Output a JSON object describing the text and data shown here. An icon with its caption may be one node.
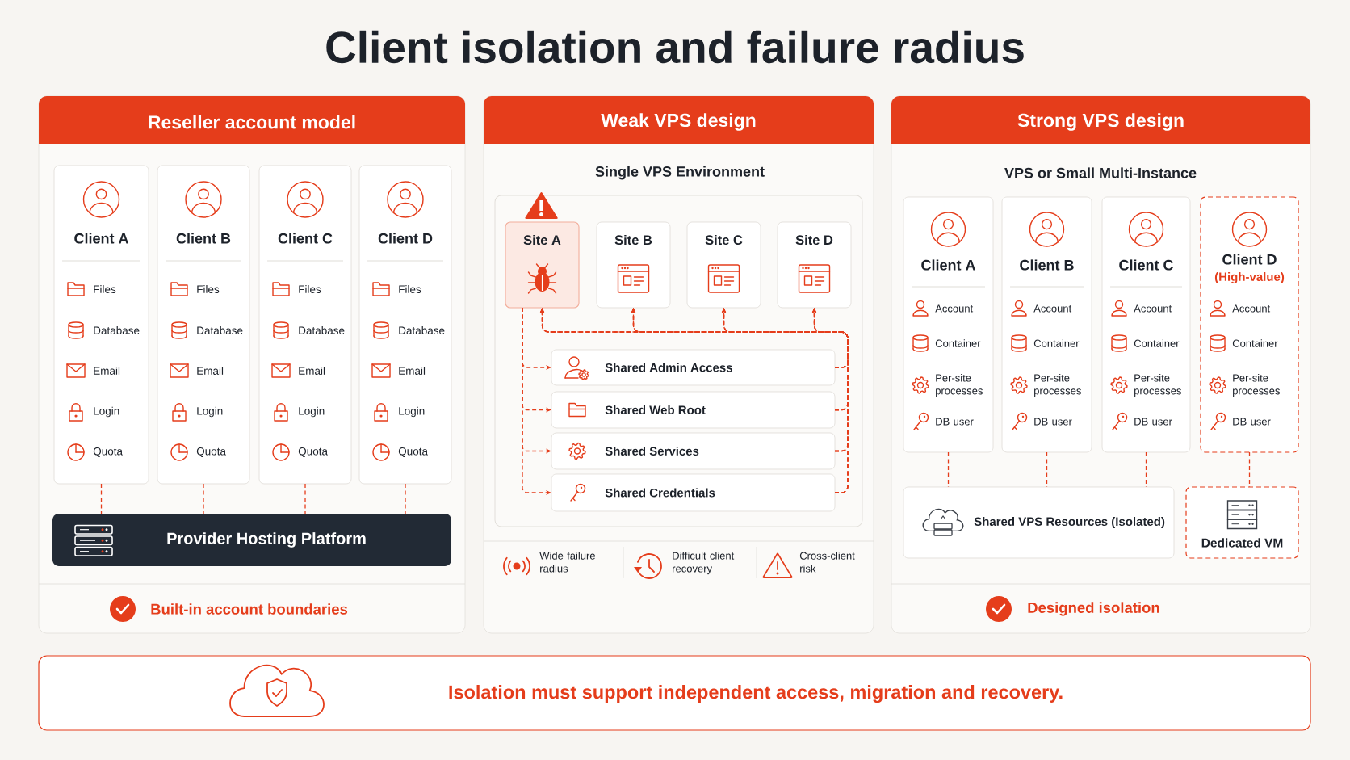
{
  "diagram": {
    "title": "Client isolation and failure radius",
    "nodes": [
      {
        "text": [
          "Reseller account model",
          "Built-in account boundaries"
        ]
      },
      {
        "text": [
          "Client A",
          "Files",
          "Database",
          "Email",
          "Login",
          "Quota"
        ],
        "in": 0
      },
      {
        "text": [
          "Client B",
          "Files",
          "Database",
          "Email",
          "Login",
          "Quota"
        ],
        "in": 0
      },
      {
        "text": [
          "Client C",
          "Files",
          "Database",
          "Email",
          "Login",
          "Quota"
        ],
        "in": 0
      },
      {
        "text": [
          "Client D",
          "Files",
          "Database",
          "Email",
          "Login",
          "Quota"
        ],
        "in": 0
      },
      {
        "text": [
          "Provider Hosting Platform"
        ],
        "in": 0
      },
      {
        "text": [
          "Weak VPS design",
          "Wide failure radius",
          "Difficult client recovery",
          "Cross-client risk"
        ]
      },
      {
        "text": [
          "Single VPS Environment"
        ],
        "in": 6
      },
      {
        "text": [
          "Site A"
        ],
        "in": 7
      },
      {
        "text": [
          "Site B"
        ],
        "in": 7
      },
      {
        "text": [
          "Site C"
        ],
        "in": 7
      },
      {
        "text": [
          "Site D"
        ],
        "in": 7
      },
      {
        "text": [
          "Shared Admin Access"
        ],
        "in": 7
      },
      {
        "text": [
          "Shared Web Root"
        ],
        "in": 7
      },
      {
        "text": [
          "Shared Services"
        ],
        "in": 7
      },
      {
        "text": [
          "Shared Credentials"
        ],
        "in": 7
      },
      {
        "text": [
          "Strong VPS design",
          "VPS or Small Multi-Instance",
          "Designed isolation"
        ]
      },
      {
        "text": [
          "Client A",
          "Account",
          "Container",
          "Per-site processes",
          "DB user"
        ],
        "in": 16
      },
      {
        "text": [
          "Client B",
          "Account",
          "Container",
          "Per-site processes",
          "DB user"
        ],
        "in": 16
      },
      {
        "text": [
          "Client C",
          "Account",
          "Container",
          "Per-site processes",
          "DB user"
        ],
        "in": 16
      },
      {
        "text": [
          "Client D",
          "(High-value)",
          "Account",
          "Container",
          "Per-site processes",
          "DB user"
        ],
        "in": 16
      },
      {
        "text": [
          "Shared VPS Resources (Isolated)"
        ],
        "in": 16
      },
      {
        "text": [
          "Dedicated VM"
        ],
        "in": 16
      },
      {
        "text": [
          "Isolation must support independent access, migration and recovery."
        ]
      }
    ],
    "edges": [
      {
        "from": 1,
        "to": 5,
        "arrow": "none",
        "style": "dashed"
      },
      {
        "from": 2,
        "to": 5,
        "arrow": "none",
        "style": "dashed"
      },
      {
        "from": 3,
        "to": 5,
        "arrow": "none",
        "style": "dashed"
      },
      {
        "from": 4,
        "to": 5,
        "arrow": "none",
        "style": "dashed"
      },
      {
        "from": 8,
        "to": 12,
        "arrow": "to",
        "style": "dashed"
      },
      {
        "from": 8,
        "to": 13,
        "arrow": "to",
        "style": "dashed"
      },
      {
        "from": 8,
        "to": 14,
        "arrow": "to",
        "style": "dashed"
      },
      {
        "from": 8,
        "to": 15,
        "arrow": "to",
        "style": "dashed"
      },
      {
        "from": 12,
        "to": 8,
        "arrow": "to",
        "style": "dashed"
      },
      {
        "from": 12,
        "to": 9,
        "arrow": "to",
        "style": "dashed"
      },
      {
        "from": 12,
        "to": 10,
        "arrow": "to",
        "style": "dashed"
      },
      {
        "from": 12,
        "to": 11,
        "arrow": "to",
        "style": "dashed"
      },
      {
        "from": 13,
        "to": 8,
        "arrow": "to",
        "style": "dashed"
      },
      {
        "from": 13,
        "to": 9,
        "arrow": "to",
        "style": "dashed"
      },
      {
        "from": 13,
        "to": 10,
        "arrow": "to",
        "style": "dashed"
      },
      {
        "from": 13,
        "to": 11,
        "arrow": "to",
        "style": "dashed"
      },
      {
        "from": 14,
        "to": 8,
        "arrow": "to",
        "style": "dashed"
      },
      {
        "from": 14,
        "to": 9,
        "arrow": "to",
        "style": "dashed"
      },
      {
        "from": 14,
        "to": 10,
        "arrow": "to",
        "style": "dashed"
      },
      {
        "from": 14,
        "to": 11,
        "arrow": "to",
        "style": "dashed"
      },
      {
        "from": 15,
        "to": 8,
        "arrow": "to",
        "style": "dashed"
      },
      {
        "from": 15,
        "to": 9,
        "arrow": "to",
        "style": "dashed"
      },
      {
        "from": 15,
        "to": 10,
        "arrow": "to",
        "style": "dashed"
      },
      {
        "from": 15,
        "to": 11,
        "arrow": "to",
        "style": "dashed"
      },
      {
        "from": 17,
        "to": 21,
        "arrow": "none",
        "style": "dashed"
      },
      {
        "from": 18,
        "to": 21,
        "arrow": "none",
        "style": "dashed"
      },
      {
        "from": 19,
        "to": 21,
        "arrow": "none",
        "style": "dashed"
      },
      {
        "from": 20,
        "to": 22,
        "arrow": "none",
        "style": "dashed"
      }
    ]
  }
}
